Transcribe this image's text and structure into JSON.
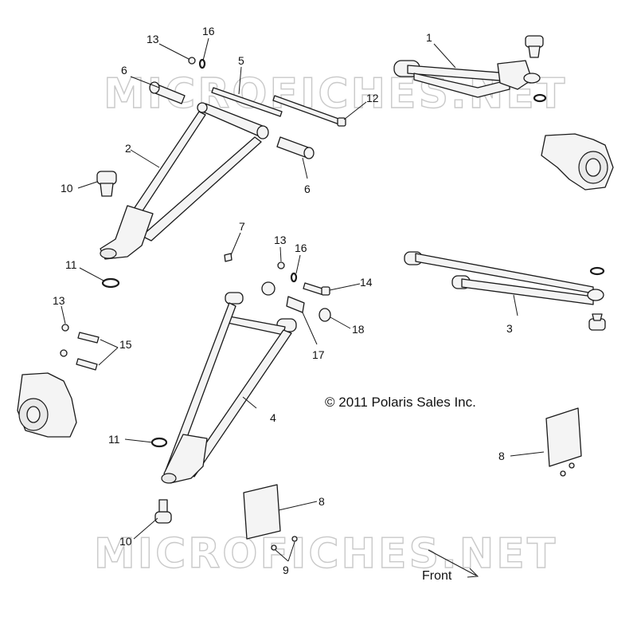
{
  "watermark": "MICROFICHES.NET",
  "copyright": "© 2011 Polaris Sales Inc.",
  "front_label": "Front",
  "callouts": {
    "c1": "1",
    "c2": "2",
    "c3": "3",
    "c4": "4",
    "c5": "5",
    "c6a": "6",
    "c6b": "6",
    "c7": "7",
    "c8a": "8",
    "c8b": "8",
    "c9": "9",
    "c10a": "10",
    "c10b": "10",
    "c11a": "11",
    "c11b": "11",
    "c12": "12",
    "c13a": "13",
    "c13b": "13",
    "c13c": "13",
    "c14": "14",
    "c15": "15",
    "c16a": "16",
    "c16b": "16",
    "c17": "17",
    "c18": "18"
  }
}
